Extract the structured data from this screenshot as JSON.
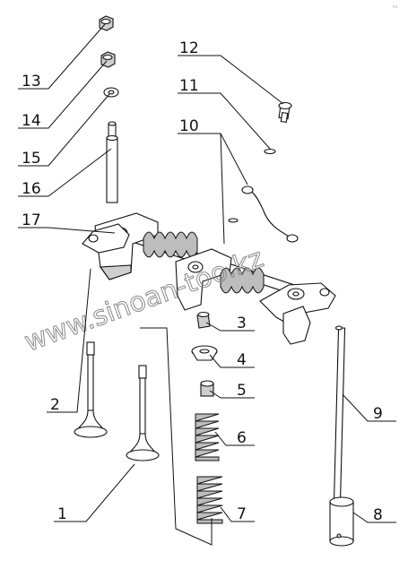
{
  "corner_mark": "ru",
  "watermark": "www.sinoan-too.kz",
  "callouts": [
    {
      "number": "1"
    },
    {
      "number": "2"
    },
    {
      "number": "3"
    },
    {
      "number": "4"
    },
    {
      "number": "5"
    },
    {
      "number": "6"
    },
    {
      "number": "7"
    },
    {
      "number": "8"
    },
    {
      "number": "9"
    },
    {
      "number": "10"
    },
    {
      "number": "11"
    },
    {
      "number": "12"
    },
    {
      "number": "13"
    },
    {
      "number": "14"
    },
    {
      "number": "15"
    },
    {
      "number": "16"
    },
    {
      "number": "17"
    }
  ]
}
